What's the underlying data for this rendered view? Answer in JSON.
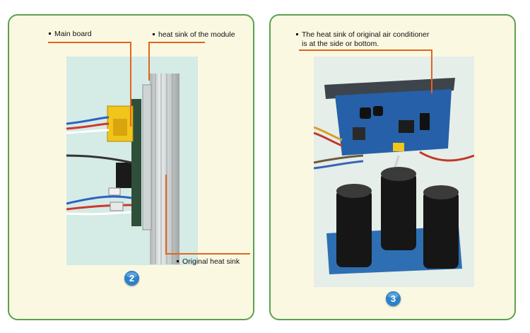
{
  "left_panel": {
    "labels": {
      "main_board": "Main board",
      "module_sink": "heat sink of the module",
      "original_sink": "Original heat sink"
    },
    "badge": "2",
    "colors": {
      "leader": "#e2651d",
      "border": "#5aa24e",
      "badge": "#2b82c9"
    }
  },
  "right_panel": {
    "note_line1": "The heat sink of original air conditioner",
    "note_line2": "is at the side or bottom.",
    "badge": "3"
  }
}
